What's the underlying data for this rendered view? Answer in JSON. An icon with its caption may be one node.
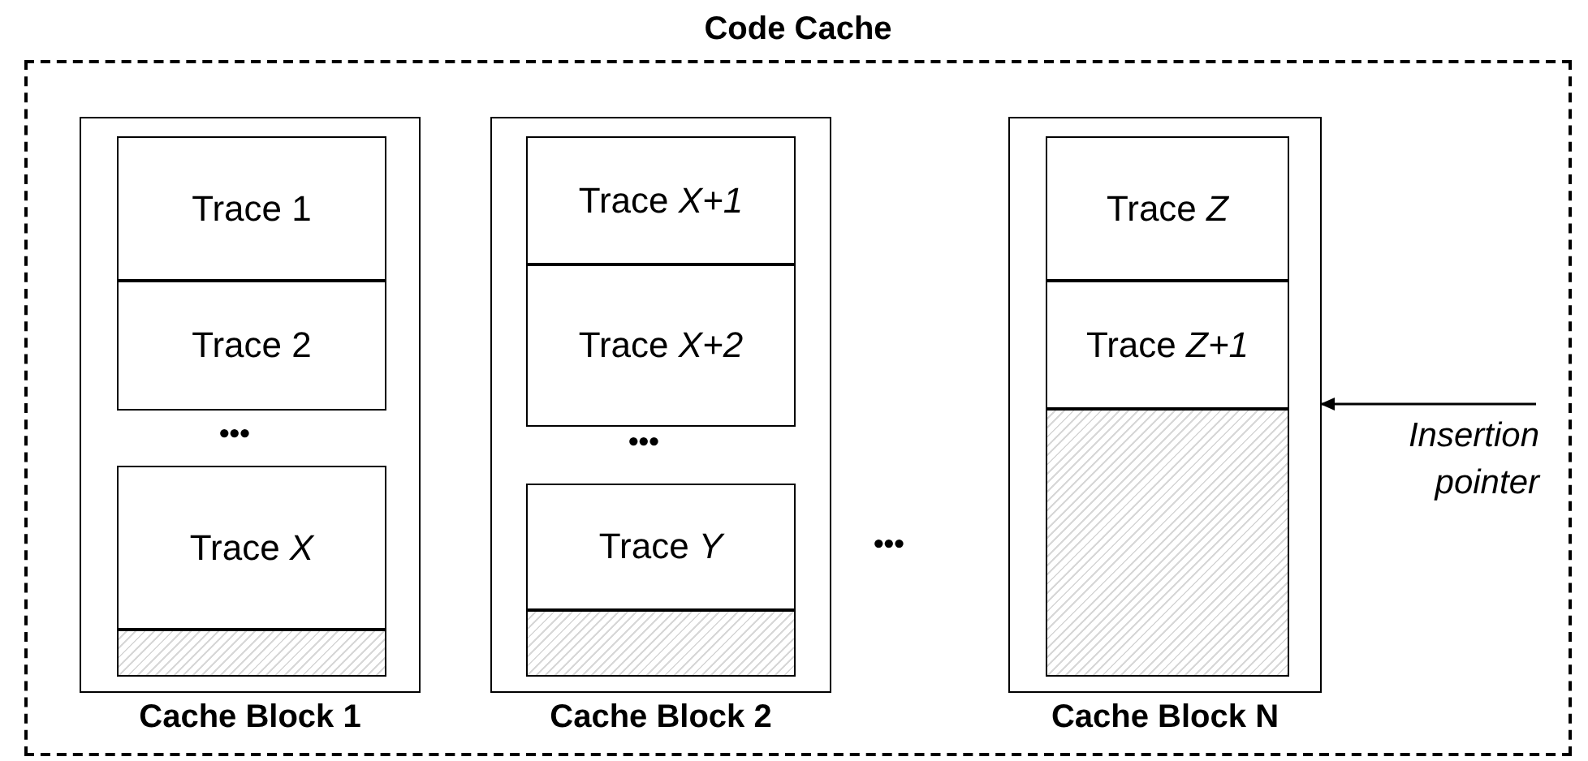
{
  "diagram": {
    "nodes": [
      {
        "text": [
          "Code Cache"
        ]
      },
      {
        "text": [
          "Cache Block 1"
        ],
        "in": 0
      },
      {
        "text": [
          "Trace 1"
        ],
        "in": 1
      },
      {
        "text": [
          "Trace 2"
        ],
        "in": 1
      },
      {
        "text": [
          "Trace *X*"
        ],
        "in": 1
      },
      {
        "text": [],
        "shape": "box",
        "in": 1
      },
      {
        "text": [
          "Cache Block 2"
        ],
        "in": 0
      },
      {
        "text": [
          "Trace *X+1*"
        ],
        "in": 6
      },
      {
        "text": [
          "Trace *X+2*"
        ],
        "in": 6
      },
      {
        "text": [
          "Trace *Y*"
        ],
        "in": 6
      },
      {
        "text": [],
        "shape": "box",
        "in": 6
      },
      {
        "text": [
          "Cache Block N"
        ],
        "in": 0
      },
      {
        "text": [
          "Trace *Z*"
        ],
        "in": 11
      },
      {
        "text": [
          "Trace *Z+1*"
        ],
        "in": 11
      },
      {
        "text": [],
        "shape": "box",
        "in": 11
      },
      {
        "text": [
          "*Insertion pointer*"
        ],
        "in": 0
      }
    ],
    "edges": [
      {
        "from": 15,
        "to": 11,
        "arrow": "to"
      }
    ],
    "labels": [
      "•••",
      "•••",
      "•••"
    ]
  }
}
